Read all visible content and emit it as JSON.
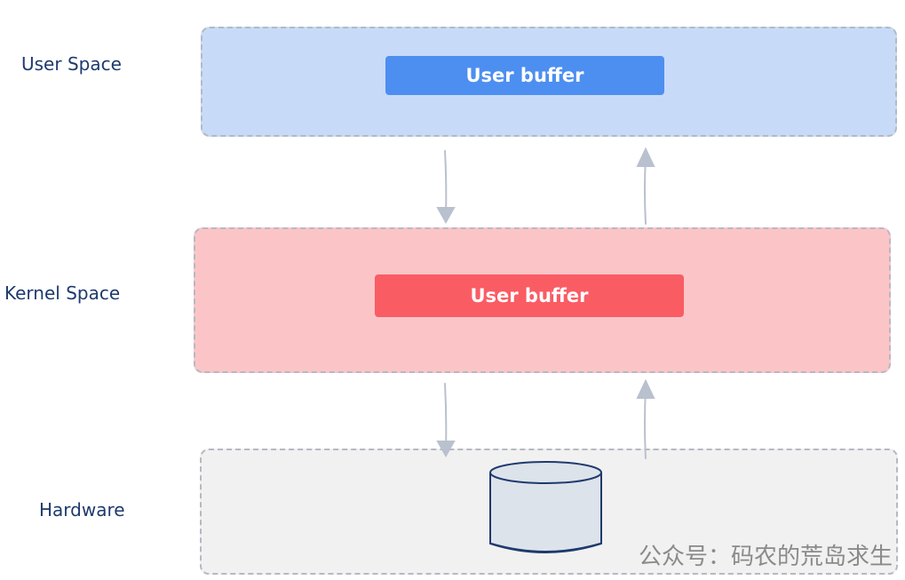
{
  "layers": {
    "user": {
      "label": "User Space",
      "buffer_label": "User buffer",
      "fill": "#c7dbf8",
      "buffer_color": "#4c8ff0"
    },
    "kernel": {
      "label": "Kernel Space",
      "buffer_label": "User buffer",
      "fill": "#fbc5c8",
      "buffer_color": "#fa5c64"
    },
    "hardware": {
      "label": "Hardware",
      "fill": "#f1f1f1",
      "device_icon": "disk-cylinder-icon",
      "device_fill": "#dde3ea"
    }
  },
  "arrows": {
    "color": "#b9c1cf",
    "directions": [
      "down",
      "up",
      "down",
      "up"
    ]
  },
  "watermark": "公众号：码农的荒岛求生"
}
